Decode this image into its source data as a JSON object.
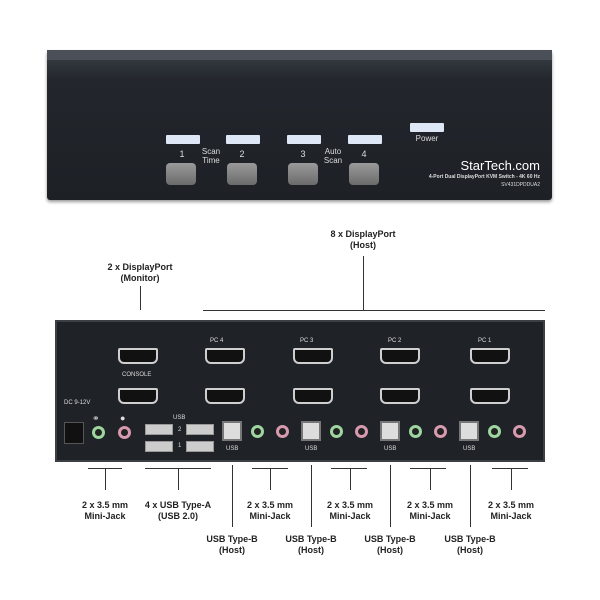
{
  "front": {
    "buttons": [
      "1",
      "2",
      "3",
      "4"
    ],
    "scan_time": "Scan Time",
    "auto_scan": "Auto Scan",
    "power": "Power",
    "brand": "StarTech.com",
    "model_desc": "4-Port Dual DisplayPort KVM Switch - 4K 60 Hz",
    "model": "SV431DPDDUA2"
  },
  "rear": {
    "pc_labels": [
      "PC 4",
      "PC 3",
      "PC 2",
      "PC 1"
    ],
    "console": "CONSOLE",
    "dc": "DC 9-12V",
    "usb": "USB",
    "usb_port_nums": [
      "2",
      "1"
    ],
    "usb_label": "USB"
  },
  "callouts": {
    "host_dp": "8 x DisplayPort (Host)",
    "monitor_dp": "2 x DisplayPort (Monitor)",
    "minijack": "2 x 3.5 mm Mini-Jack",
    "usb_a": "4 x USB Type-A (USB 2.0)",
    "usb_b": "USB Type-B (Host)"
  }
}
